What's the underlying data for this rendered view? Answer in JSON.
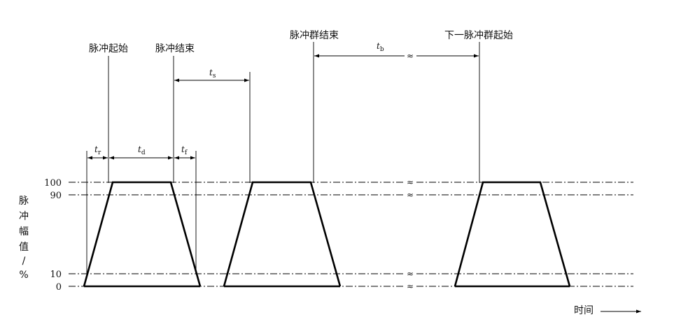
{
  "labels": {
    "pulse_start": "脉冲起始",
    "pulse_end": "脉冲结束",
    "burst_end": "脉冲群结束",
    "next_burst_start": "下一脉冲群起始",
    "time": "时间"
  },
  "y_axis": {
    "chars": [
      "脉",
      "冲",
      "幅",
      "值",
      "/",
      "%"
    ],
    "ticks": [
      "100",
      "90",
      "10",
      "0"
    ]
  },
  "timing": {
    "tr": {
      "sym": "t",
      "sub": "r"
    },
    "td": {
      "sym": "t",
      "sub": "d"
    },
    "tf": {
      "sym": "t",
      "sub": "f"
    },
    "ts": {
      "sym": "t",
      "sub": "s"
    },
    "tb": {
      "sym": "t",
      "sub": "b"
    }
  },
  "break_mark": "≈"
}
